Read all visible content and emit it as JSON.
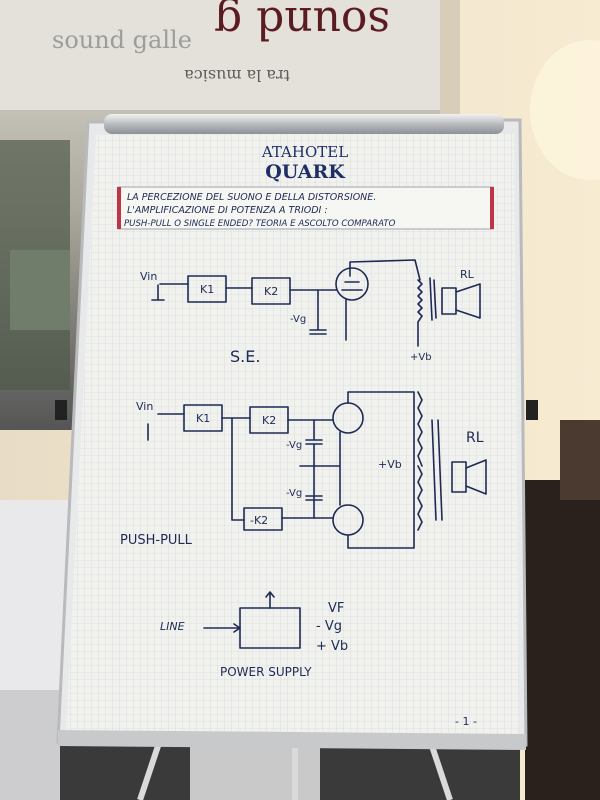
{
  "window_sign": {
    "logo_lines": [
      "sound g",
      "sound galle",
      "tra la musica"
    ]
  },
  "board": {
    "brand_line1": "ATAHOTEL",
    "brand_line2": "QUARK"
  },
  "sheet": {
    "title_lines": [
      "LA PERCEZIONE DEL SUONO E DELLA DISTORSIONE.",
      "L'AMPLIFICAZIONE DI POTENZA A TRIODI :",
      "PUSH-PULL O SINGLE ENDED?  TEORIA E ASCOLTO COMPARATO"
    ],
    "se_diagram": {
      "vin": "Vin",
      "k1": "K1",
      "k2": "K2",
      "vg": "-Vg",
      "vb": "+Vb",
      "rl": "RL",
      "caption": "S.E."
    },
    "pp_diagram": {
      "vin": "Vin",
      "k1": "K1",
      "k2": "K2",
      "k2neg": "-K2",
      "vg1": "-Vg",
      "vg2": "-Vg",
      "vb": "+Vb",
      "rl": "RL",
      "caption": "PUSH-PULL"
    },
    "power_supply": {
      "line": "LINE",
      "vf": "VF",
      "vg": "- Vg",
      "vb": "+ Vb",
      "caption": "POWER SUPPLY"
    },
    "page_number": "- 1 -"
  },
  "colors": {
    "paper": "#f1f2ee",
    "grid": "#c7cdd6",
    "ink": "#1e2a55",
    "red_bar": "#c0344a",
    "board_frame": "#cfd1d3",
    "brand": "#1f2f66"
  }
}
